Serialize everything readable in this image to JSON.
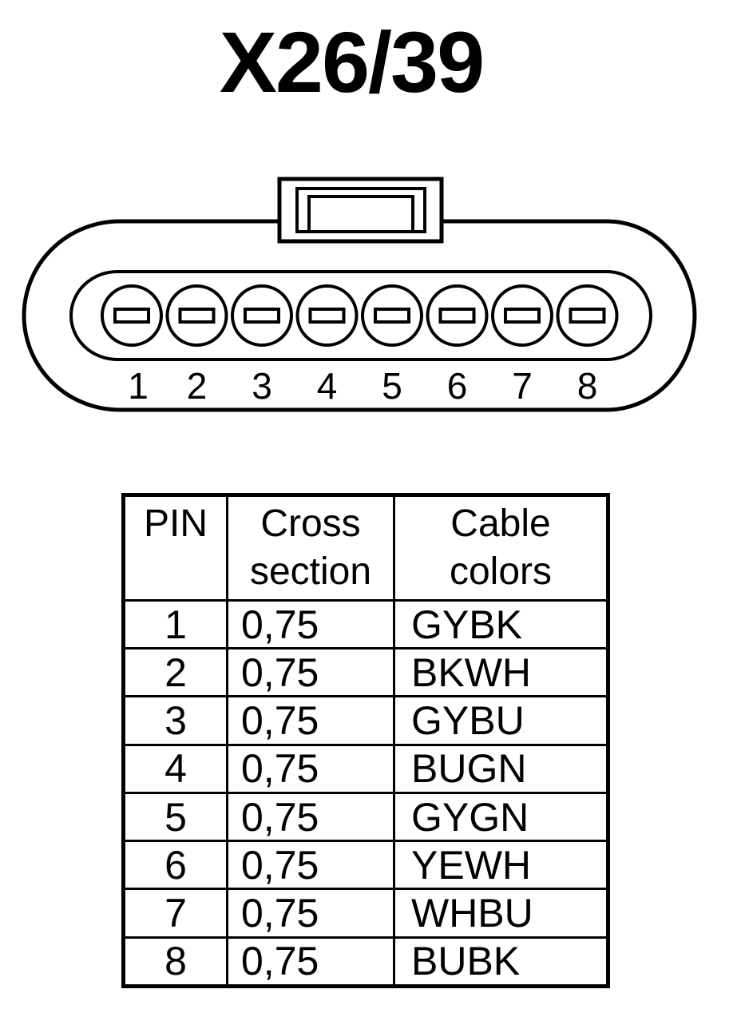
{
  "title": "X26/39",
  "connector": {
    "pin_labels": [
      "1",
      "2",
      "3",
      "4",
      "5",
      "6",
      "7",
      "8"
    ]
  },
  "table": {
    "headers": {
      "pin": "PIN",
      "cross_line1": "Cross",
      "cross_line2": "section",
      "colors_line1": "Cable",
      "colors_line2": "colors"
    },
    "rows": [
      {
        "pin": "1",
        "cross": "0,75",
        "color": "GYBK"
      },
      {
        "pin": "2",
        "cross": "0,75",
        "color": "BKWH"
      },
      {
        "pin": "3",
        "cross": "0,75",
        "color": "GYBU"
      },
      {
        "pin": "4",
        "cross": "0,75",
        "color": "BUGN"
      },
      {
        "pin": "5",
        "cross": "0,75",
        "color": "GYGN"
      },
      {
        "pin": "6",
        "cross": "0,75",
        "color": "YEWH"
      },
      {
        "pin": "7",
        "cross": "0,75",
        "color": "WHBU"
      },
      {
        "pin": "8",
        "cross": "0,75",
        "color": "BUBK"
      }
    ]
  }
}
